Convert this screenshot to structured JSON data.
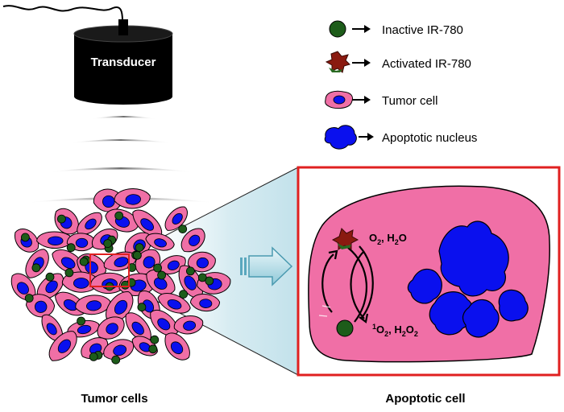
{
  "transducer": {
    "label": "Transducer"
  },
  "legend": {
    "items": [
      {
        "icon": "green-circle-icon",
        "label": "Inactive IR-780"
      },
      {
        "icon": "red-star-icon",
        "label": "Activated IR-780"
      },
      {
        "icon": "tumor-cell-icon",
        "label": "Tumor cell"
      },
      {
        "icon": "blue-blob-icon",
        "label": "Apoptotic nucleus"
      }
    ]
  },
  "captions": {
    "left": "Tumor cells",
    "right": "Apoptotic cell"
  },
  "reaction": {
    "reactants": {
      "a": "O",
      "a_sub": "2",
      "sep": ", ",
      "b": "H",
      "b_sub": "2",
      "b_tail": "O"
    },
    "products": {
      "sup": "1",
      "a": "O",
      "a_sub": "2",
      "sep": ", ",
      "b": "H",
      "b_sub": "2",
      "b_tail": "O",
      "b_sub2": "2"
    }
  },
  "colors": {
    "cell_fill": "#f06fa6",
    "nucleus": "#0a10ee",
    "ir780_inactive": "#1d5c1a",
    "ir780_active": "#8a1a10",
    "frame_border": "#e02020",
    "zoom_cone": "#d4ecf1"
  }
}
